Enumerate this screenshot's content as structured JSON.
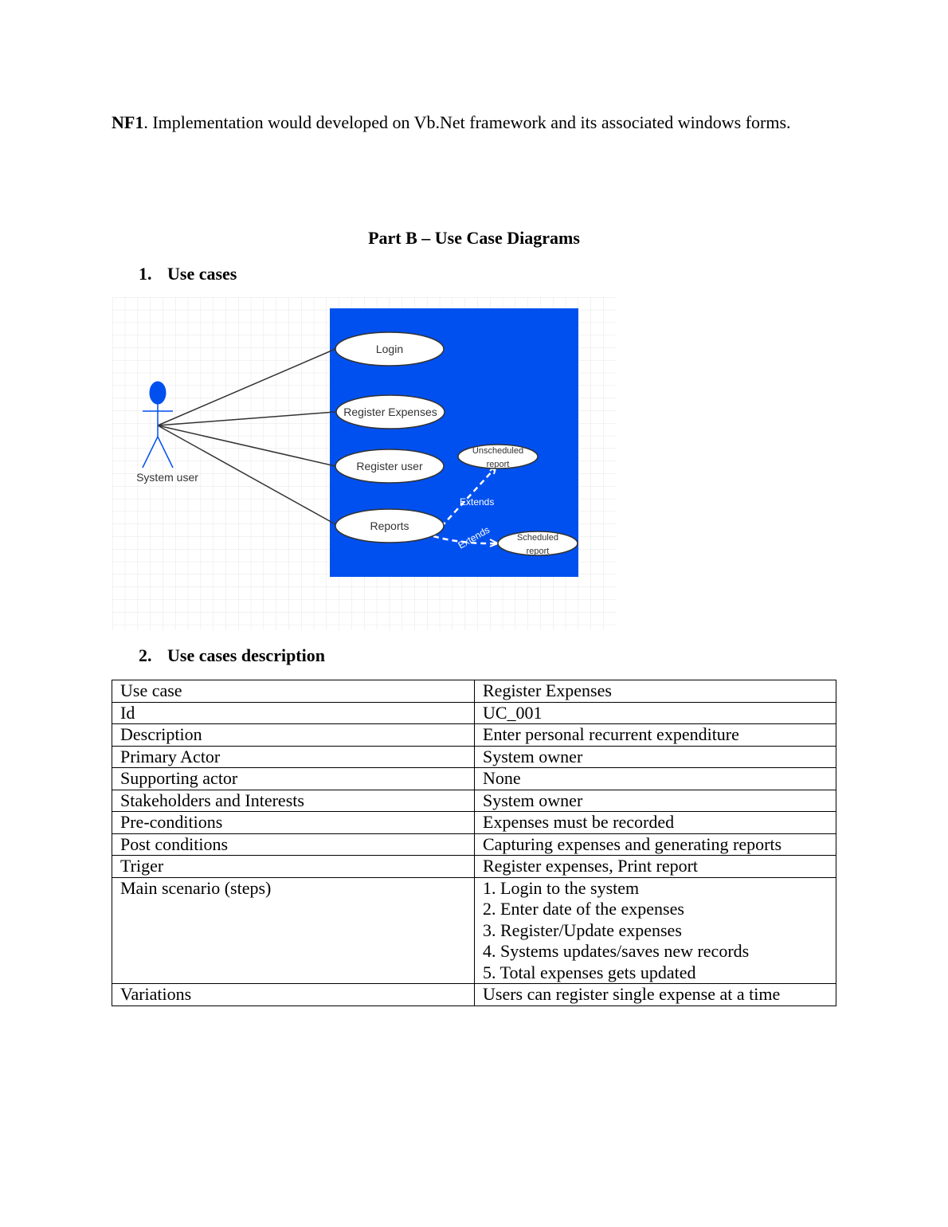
{
  "nf1": {
    "label": "NF1",
    "text": ". Implementation would developed on Vb.Net framework and its associated windows forms."
  },
  "part_title": "Part B – Use Case Diagrams",
  "sections": [
    {
      "number": "1.",
      "title": "Use cases"
    },
    {
      "number": "2.",
      "title": "Use cases description"
    }
  ],
  "diagram": {
    "actor_label": "System user",
    "use_cases": {
      "login": "Login",
      "register_expenses": "Register Expenses",
      "register_user": "Register user",
      "reports": "Reports",
      "unscheduled_report_line1": "Unscheduled",
      "unscheduled_report_line2": "report",
      "scheduled_report_line1": "Scheduled",
      "scheduled_report_line2": "report"
    },
    "extends_label_1": "Extends",
    "extends_label_2": "Extends",
    "colors": {
      "system_boundary": "#0050EF",
      "actor": "#0050EF",
      "grid": "#E6E6E6",
      "background": "#FFFFFF"
    }
  },
  "table": {
    "rows": [
      {
        "label": "Use case",
        "value": "Register Expenses"
      },
      {
        "label": "Id",
        "value": "UC_001"
      },
      {
        "label": "Description",
        "value": "Enter personal recurrent expenditure"
      },
      {
        "label": "Primary Actor",
        "value": "System owner"
      },
      {
        "label": "Supporting actor",
        "value": "None"
      },
      {
        "label": "Stakeholders and Interests",
        "value": "System owner"
      },
      {
        "label": "Pre-conditions",
        "value": "Expenses must be recorded"
      },
      {
        "label": "Post conditions",
        "value": "Capturing expenses and generating reports"
      },
      {
        "label": "Triger",
        "value": "Register expenses, Print report"
      }
    ],
    "main_scenario": {
      "label": "Main scenario (steps)",
      "steps": [
        "1. Login to the system",
        "2. Enter date of the expenses",
        "3. Register/Update expenses",
        "4. Systems updates/saves new records",
        "5. Total expenses gets updated"
      ]
    },
    "variations": {
      "label": "Variations",
      "value": "Users can register single expense at a time"
    }
  }
}
